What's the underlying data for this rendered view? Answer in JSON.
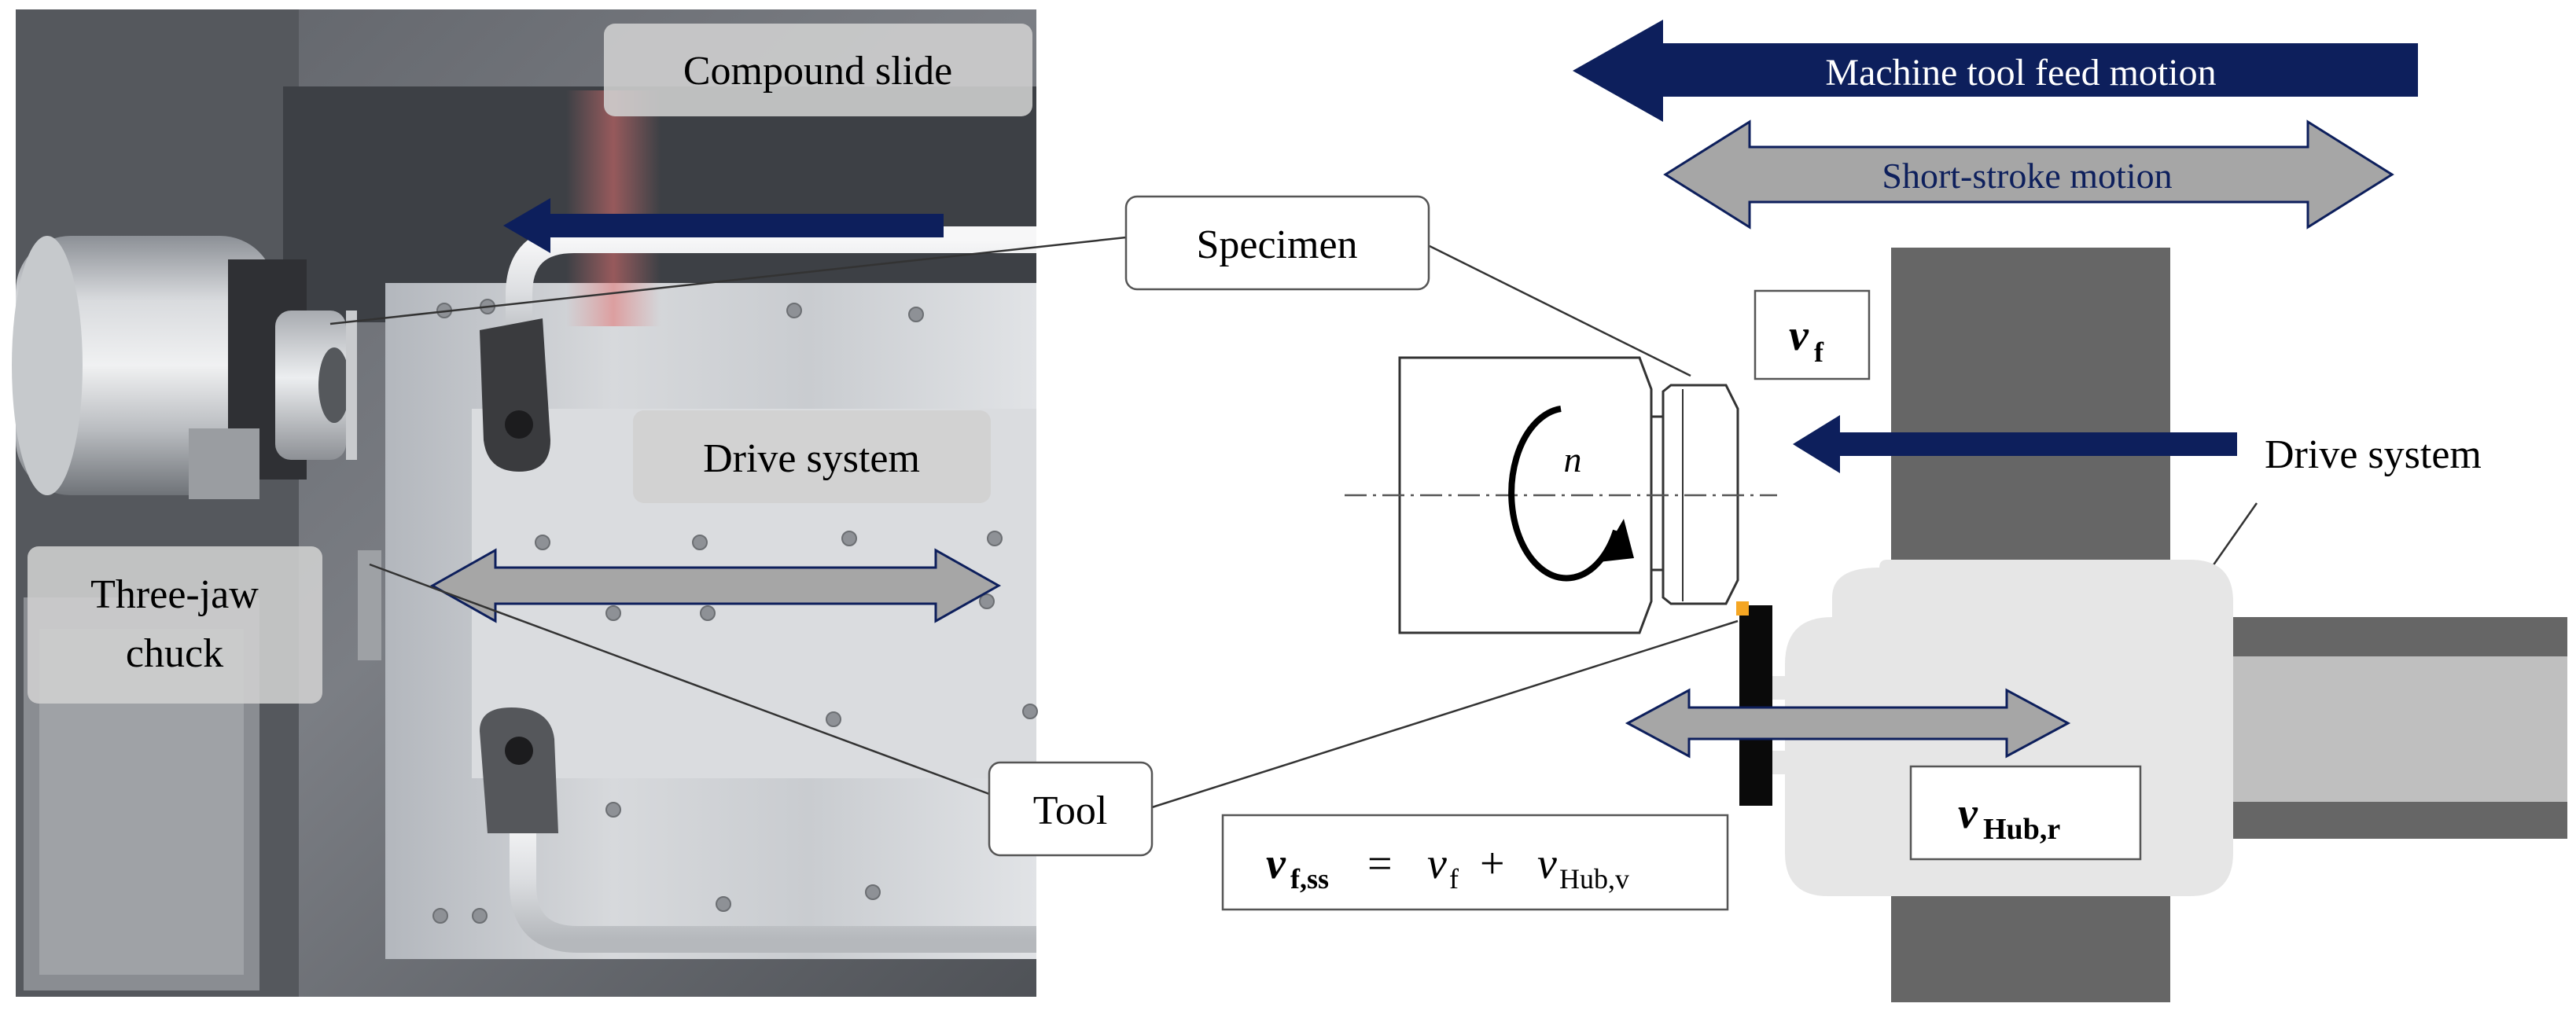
{
  "photo_labels": {
    "compound_slide": "Compound slide",
    "drive_system": "Drive system",
    "three_jaw_chuck_line1": "Three-jaw",
    "three_jaw_chuck_line2": "chuck"
  },
  "callouts": {
    "specimen": "Specimen",
    "tool": "Tool"
  },
  "schematic": {
    "machine_feed_label": "Machine tool feed motion",
    "short_stroke_label": "Short-stroke motion",
    "drive_system_label": "Drive system",
    "rotation_symbol": "n",
    "vf": {
      "main": "v",
      "sub": "f"
    },
    "v_hub_r": {
      "main": "v",
      "sub": "Hub,r"
    },
    "formula": {
      "lhs_main": "v",
      "lhs_sub": "f,ss",
      "equals": " = ",
      "t1_main": "v",
      "t1_sub": "f",
      "plus": " + ",
      "t2_main": "v",
      "t2_sub": "Hub,v"
    }
  },
  "colors": {
    "navy_arrow": "#0d1f5c",
    "grey_arrow": "#a6a6a6",
    "dark_grey_column": "#666666",
    "light_housing": "#e6e6e6",
    "rail_dark": "#666666",
    "rail_light": "#bfbfbf",
    "tool_tip": "#f5a623"
  },
  "icons": {
    "rotation": "circular-arrow-icon"
  }
}
